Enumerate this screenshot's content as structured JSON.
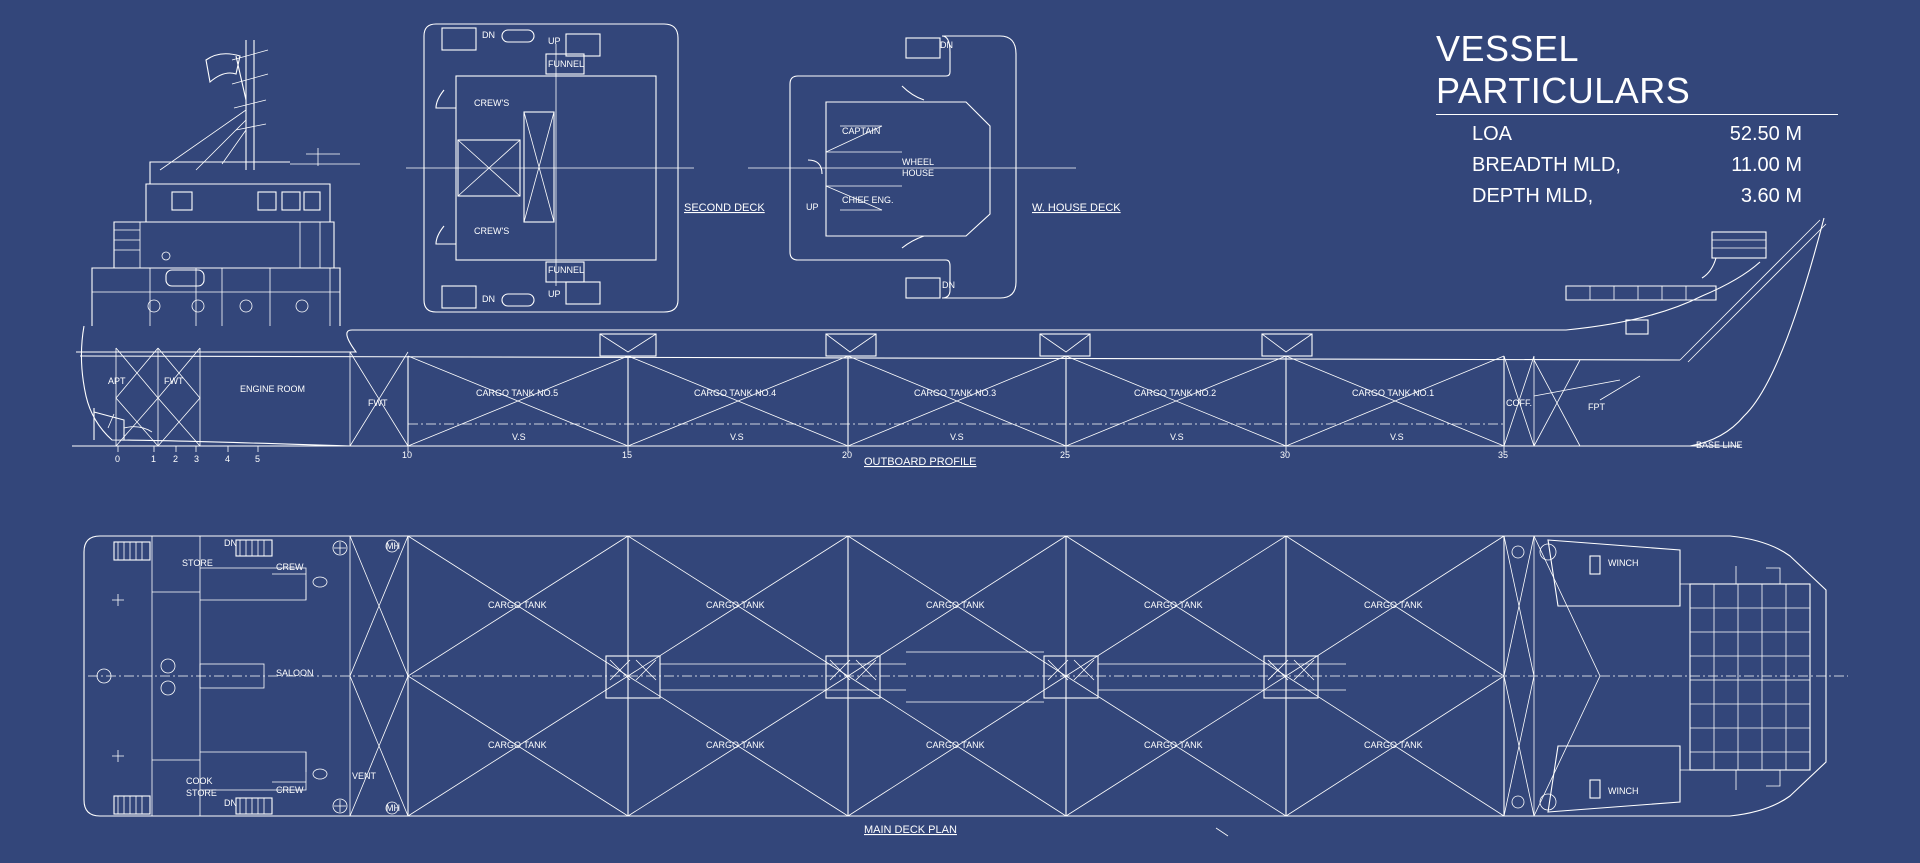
{
  "particulars": {
    "title": "VESSEL PARTICULARS",
    "rows": [
      {
        "label": "LOA",
        "value": "52.50 M"
      },
      {
        "label": "BREADTH MLD,",
        "value": "11.00 M"
      },
      {
        "label": "DEPTH MLD,",
        "value": "3.60 M"
      }
    ]
  },
  "second_deck": {
    "title": "SECOND DECK",
    "dn_top": "DN",
    "up_top": "UP",
    "funnel_top": "FUNNEL",
    "crews_top": "CREW'S",
    "crews_bottom": "CREW'S",
    "funnel_bottom": "FUNNEL",
    "dn_bottom": "DN",
    "up_bottom": "UP"
  },
  "wheelhouse_deck": {
    "title": "W. HOUSE DECK",
    "dn_top": "DN",
    "captain": "CAPTAIN",
    "wheel": "WHEEL",
    "house": "HOUSE",
    "chief": "CHIEF ENG.",
    "up": "UP",
    "dn_bottom": "DN"
  },
  "profile": {
    "title": "OUTBOARD PROFILE",
    "apt": "APT",
    "fwt": "FWT",
    "engine_room": "ENGINE ROOM",
    "fwt2": "FWT",
    "tanks": [
      "CARGO TANK NO.5",
      "CARGO TANK NO.4",
      "CARGO TANK NO.3",
      "CARGO TANK NO.2",
      "CARGO TANK NO.1"
    ],
    "vs": "V.S",
    "coff": "COFF.",
    "fpt": "FPT",
    "base_line": "BASE LINE",
    "frames": [
      "0",
      "1",
      "2",
      "3",
      "4",
      "5",
      "10",
      "15",
      "20",
      "25",
      "30",
      "35"
    ]
  },
  "plan": {
    "title": "MAIN DECK PLAN",
    "store": "STORE",
    "dn_top": "DN",
    "crew_top": "CREW",
    "saloon": "SALOON",
    "cook": "COOK",
    "store2": "STORE",
    "crew_bottom": "CREW",
    "dn_bottom": "DN",
    "vent": "VENT",
    "mh": "MH",
    "cargo_tank": "CARGO TANK",
    "winch": "WINCH"
  },
  "colors": {
    "background": "#33467a",
    "lines": "#ffffff"
  }
}
